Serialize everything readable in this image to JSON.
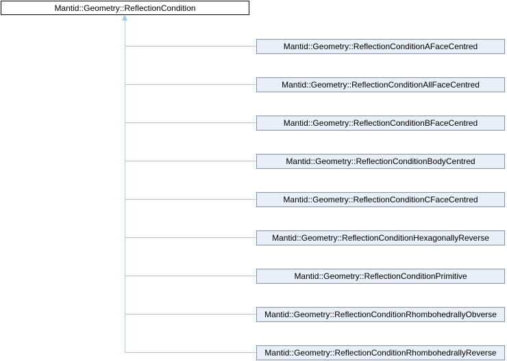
{
  "diagram": {
    "base_class": {
      "label": "Mantid::Geometry::ReflectionCondition"
    },
    "derived_classes": [
      {
        "label": "Mantid::Geometry::ReflectionConditionAFaceCentred"
      },
      {
        "label": "Mantid::Geometry::ReflectionConditionAllFaceCentred"
      },
      {
        "label": "Mantid::Geometry::ReflectionConditionBFaceCentred"
      },
      {
        "label": "Mantid::Geometry::ReflectionConditionBodyCentred"
      },
      {
        "label": "Mantid::Geometry::ReflectionConditionCFaceCentred"
      },
      {
        "label": "Mantid::Geometry::ReflectionConditionHexagonallyReverse"
      },
      {
        "label": "Mantid::Geometry::ReflectionConditionPrimitive"
      },
      {
        "label": "Mantid::Geometry::ReflectionConditionRhombohedrallyObverse"
      },
      {
        "label": "Mantid::Geometry::ReflectionConditionRhombohedrallyReverse"
      }
    ],
    "colors": {
      "edge": "#a3c9e6",
      "node_border": "#8191b8",
      "node_fill": "#e9eef8",
      "base_border": "#000000",
      "base_fill": "#ffffff"
    }
  }
}
